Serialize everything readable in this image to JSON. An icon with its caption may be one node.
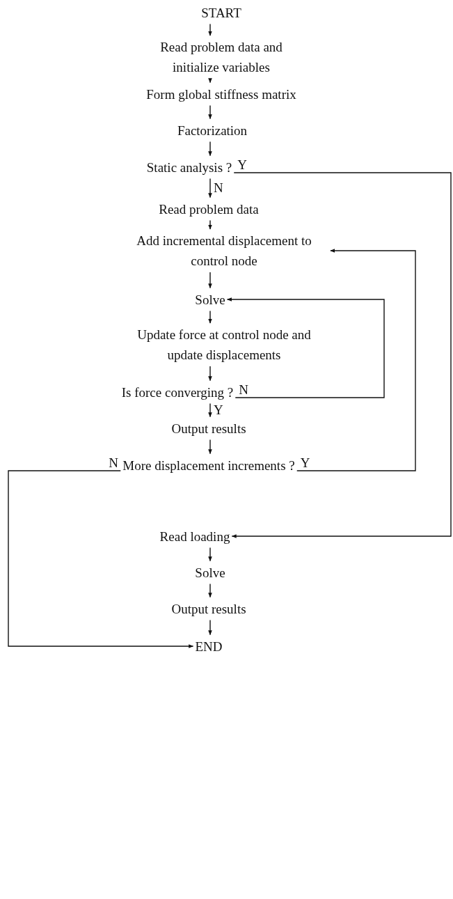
{
  "diagram": {
    "nodes": [
      {
        "text": [
          "START"
        ]
      },
      {
        "text": [
          "Read problem data and initialize variables"
        ]
      },
      {
        "text": [
          "Form global stiffness matrix"
        ]
      },
      {
        "text": [
          "Factorization"
        ]
      },
      {
        "text": [
          "Static analysis ?"
        ]
      },
      {
        "text": [
          "Read problem data"
        ]
      },
      {
        "text": [
          "Add incremental displacement to control node"
        ]
      },
      {
        "text": [
          "Solve"
        ]
      },
      {
        "text": [
          "Update force at control node and update displacements"
        ]
      },
      {
        "text": [
          "Is force converging ?"
        ]
      },
      {
        "text": [
          "Output results"
        ]
      },
      {
        "text": [
          "More displacement increments ?"
        ]
      },
      {
        "text": [
          "Read loading"
        ]
      },
      {
        "text": [
          "Solve"
        ]
      },
      {
        "text": [
          "Output results"
        ]
      },
      {
        "text": [
          "END"
        ]
      }
    ],
    "edges": [
      {
        "from": 0,
        "to": 1,
        "arrow": "to"
      },
      {
        "from": 1,
        "to": 2,
        "arrow": "to"
      },
      {
        "from": 2,
        "to": 3,
        "arrow": "to"
      },
      {
        "from": 3,
        "to": 4,
        "arrow": "to"
      },
      {
        "from": 4,
        "to": 5,
        "arrow": "to",
        "label": "N"
      },
      {
        "from": 4,
        "to": 12,
        "arrow": "to",
        "label": "Y"
      },
      {
        "from": 5,
        "to": 6,
        "arrow": "to"
      },
      {
        "from": 6,
        "to": 7,
        "arrow": "to"
      },
      {
        "from": 7,
        "to": 8,
        "arrow": "to"
      },
      {
        "from": 8,
        "to": 9,
        "arrow": "to"
      },
      {
        "from": 9,
        "to": 7,
        "arrow": "to",
        "label": "N"
      },
      {
        "from": 9,
        "to": 10,
        "arrow": "to",
        "label": "Y"
      },
      {
        "from": 10,
        "to": 11,
        "arrow": "to"
      },
      {
        "from": 11,
        "to": 6,
        "arrow": "to",
        "label": "Y"
      },
      {
        "from": 11,
        "to": 15,
        "arrow": "to",
        "label": "N"
      },
      {
        "from": 12,
        "to": 13,
        "arrow": "to"
      },
      {
        "from": 13,
        "to": 14,
        "arrow": "to"
      },
      {
        "from": 14,
        "to": 15,
        "arrow": "to"
      }
    ]
  }
}
